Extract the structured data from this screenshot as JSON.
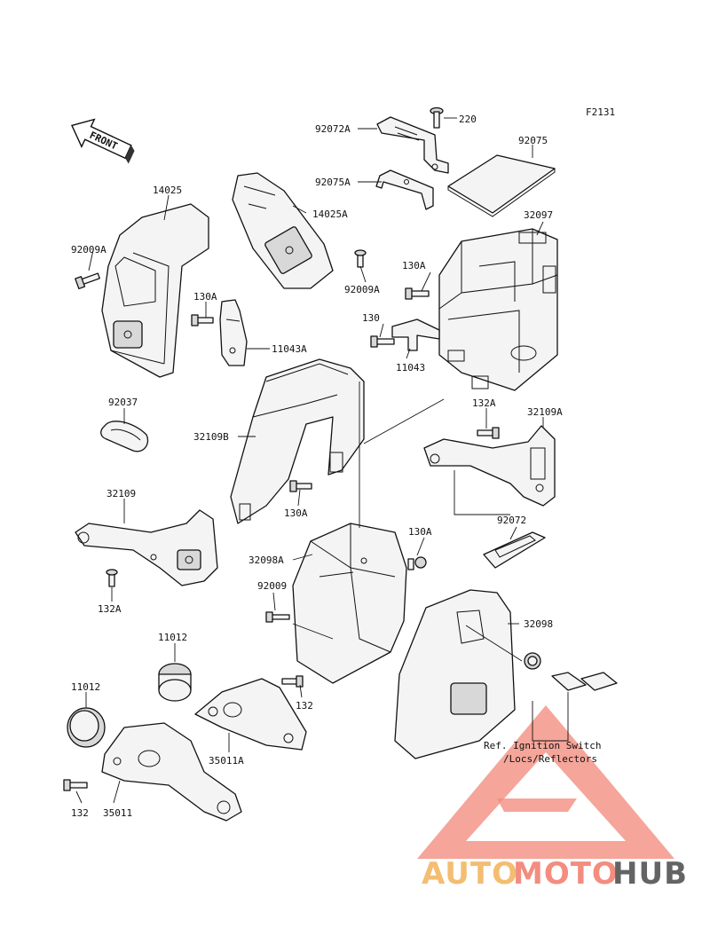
{
  "figure_code": "F2131",
  "front_arrow": "FRONT",
  "note": [
    "Ref. Ignition Switch",
    "/Locs/Reflectors"
  ],
  "watermark": {
    "auto": "AUTO",
    "moto": "MOTO",
    "hub": "HUB",
    "colors": {
      "auto": "#f2b25a",
      "moto": "#f07a6a",
      "hub": "#4a4a4a",
      "triangle": "#f07a6a"
    }
  },
  "labels": {
    "p92072A": "92072A",
    "p220": "220",
    "p92075": "92075",
    "p92075A": "92075A",
    "p32097": "32097",
    "p14025": "14025",
    "p14025A": "14025A",
    "p92009A_1": "92009A",
    "p92009A_2": "92009A",
    "p130A_1": "130A",
    "p130A_2": "130A",
    "p11043A": "11043A",
    "p130": "130",
    "p11043": "11043",
    "p92037": "92037",
    "p32109B": "32109B",
    "p132A_1": "132A",
    "p32109A": "32109A",
    "p130A_3": "130A",
    "p32109": "32109",
    "p92072": "92072",
    "p130A_4": "130A",
    "p32098A": "32098A",
    "p132A_2": "132A",
    "p92009": "92009",
    "p32098": "32098",
    "p11012_1": "11012",
    "p11012_2": "11012",
    "p132_1": "132",
    "p35011A": "35011A",
    "p132_2": "132",
    "p35011": "35011"
  }
}
